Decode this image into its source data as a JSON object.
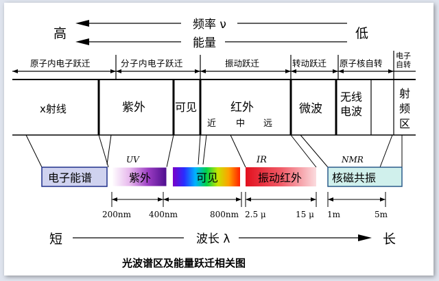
{
  "header": {
    "frequency_label": "频率 ν",
    "energy_label": "能量",
    "high_label": "高",
    "low_label": "低"
  },
  "transitions": [
    {
      "id": "inner-electron",
      "label": "原子内电子跃迁"
    },
    {
      "id": "molecular-electron",
      "label": "分子内电子跃迁"
    },
    {
      "id": "vibration",
      "label": "振动跃迁"
    },
    {
      "id": "rotation",
      "label": "转动跃迁"
    },
    {
      "id": "nuclear-spin",
      "label": "原子核自转"
    },
    {
      "id": "electron-spin",
      "label": "电子自转"
    }
  ],
  "regions": {
    "xray": "x射线",
    "uv": "紫外",
    "visible": "可见",
    "infrared": "红外",
    "ir_near": "近",
    "ir_mid": "中",
    "ir_far": "远",
    "microwave": "微波",
    "radio": "无线电波",
    "rf": "射频区"
  },
  "techniques": {
    "electron_spectroscopy": "电子能谱",
    "uv": "紫外",
    "uv_abbr": "UV",
    "visible": "可见",
    "vibrational_ir": "振动红外",
    "ir_abbr": "IR",
    "nmr": "核磁共振",
    "nmr_abbr": "NMR"
  },
  "scale": {
    "w200": "200nm",
    "w400": "400nm",
    "w800": "800nm",
    "w2_5": "2.5 μ",
    "w15": "15 μ",
    "w1m": "1m",
    "w5m": "5m"
  },
  "footer": {
    "short_label": "短",
    "wavelength_label": "波长 λ",
    "long_label": "长",
    "caption": "光波谱区及能量跃迁相关图"
  },
  "colors": {
    "electron_spectroscopy_bg": "#cfd2ef",
    "uv_gradient": [
      "#ffffff",
      "#e6b6ec",
      "#9a3cc2",
      "#4d0d8e"
    ],
    "visible_gradient": [
      "#7a00c8",
      "#2a2cff",
      "#00b2ff",
      "#00d24a",
      "#c6e400",
      "#ffa000",
      "#ff2000"
    ],
    "ir_gradient": [
      "#e2101e",
      "#f05a66",
      "#fbdcdf"
    ],
    "nmr_bg": "#d0f0ec"
  }
}
